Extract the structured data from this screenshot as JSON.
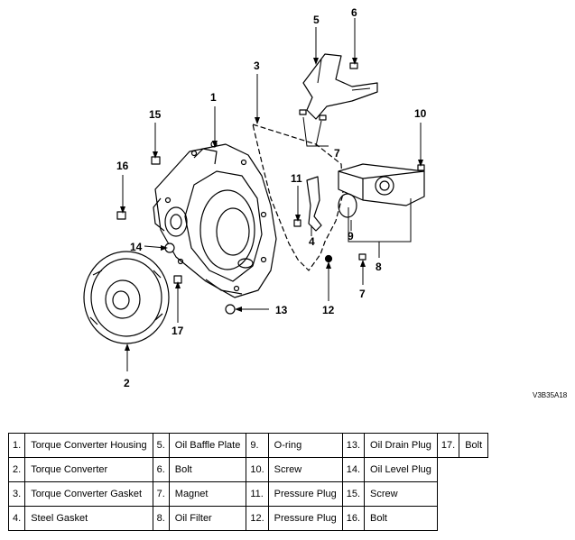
{
  "figure_code": "V3B35A18",
  "callouts": [
    "1",
    "2",
    "3",
    "4",
    "5",
    "6",
    "7",
    "7",
    "8",
    "9",
    "10",
    "11",
    "12",
    "13",
    "14",
    "15",
    "16",
    "17"
  ],
  "legend": [
    [
      {
        "num": "1.",
        "label": "Torque Converter Housing"
      },
      {
        "num": "5.",
        "label": "Oil Baffle Plate"
      },
      {
        "num": "9.",
        "label": "O-ring"
      },
      {
        "num": "13.",
        "label": "Oil Drain Plug"
      },
      {
        "num": "17.",
        "label": "Bolt"
      }
    ],
    [
      {
        "num": "2.",
        "label": "Torque Converter"
      },
      {
        "num": "6.",
        "label": "Bolt"
      },
      {
        "num": "10.",
        "label": "Screw"
      },
      {
        "num": "14.",
        "label": "Oil Level Plug"
      }
    ],
    [
      {
        "num": "3.",
        "label": "Torque Converter Gasket"
      },
      {
        "num": "7.",
        "label": "Magnet"
      },
      {
        "num": "11.",
        "label": "Pressure Plug"
      },
      {
        "num": "15.",
        "label": "Screw"
      }
    ],
    [
      {
        "num": "4.",
        "label": "Steel Gasket"
      },
      {
        "num": "8.",
        "label": "Oil Filter"
      },
      {
        "num": "12.",
        "label": "Pressure Plug"
      },
      {
        "num": "16.",
        "label": "Bolt"
      }
    ]
  ]
}
